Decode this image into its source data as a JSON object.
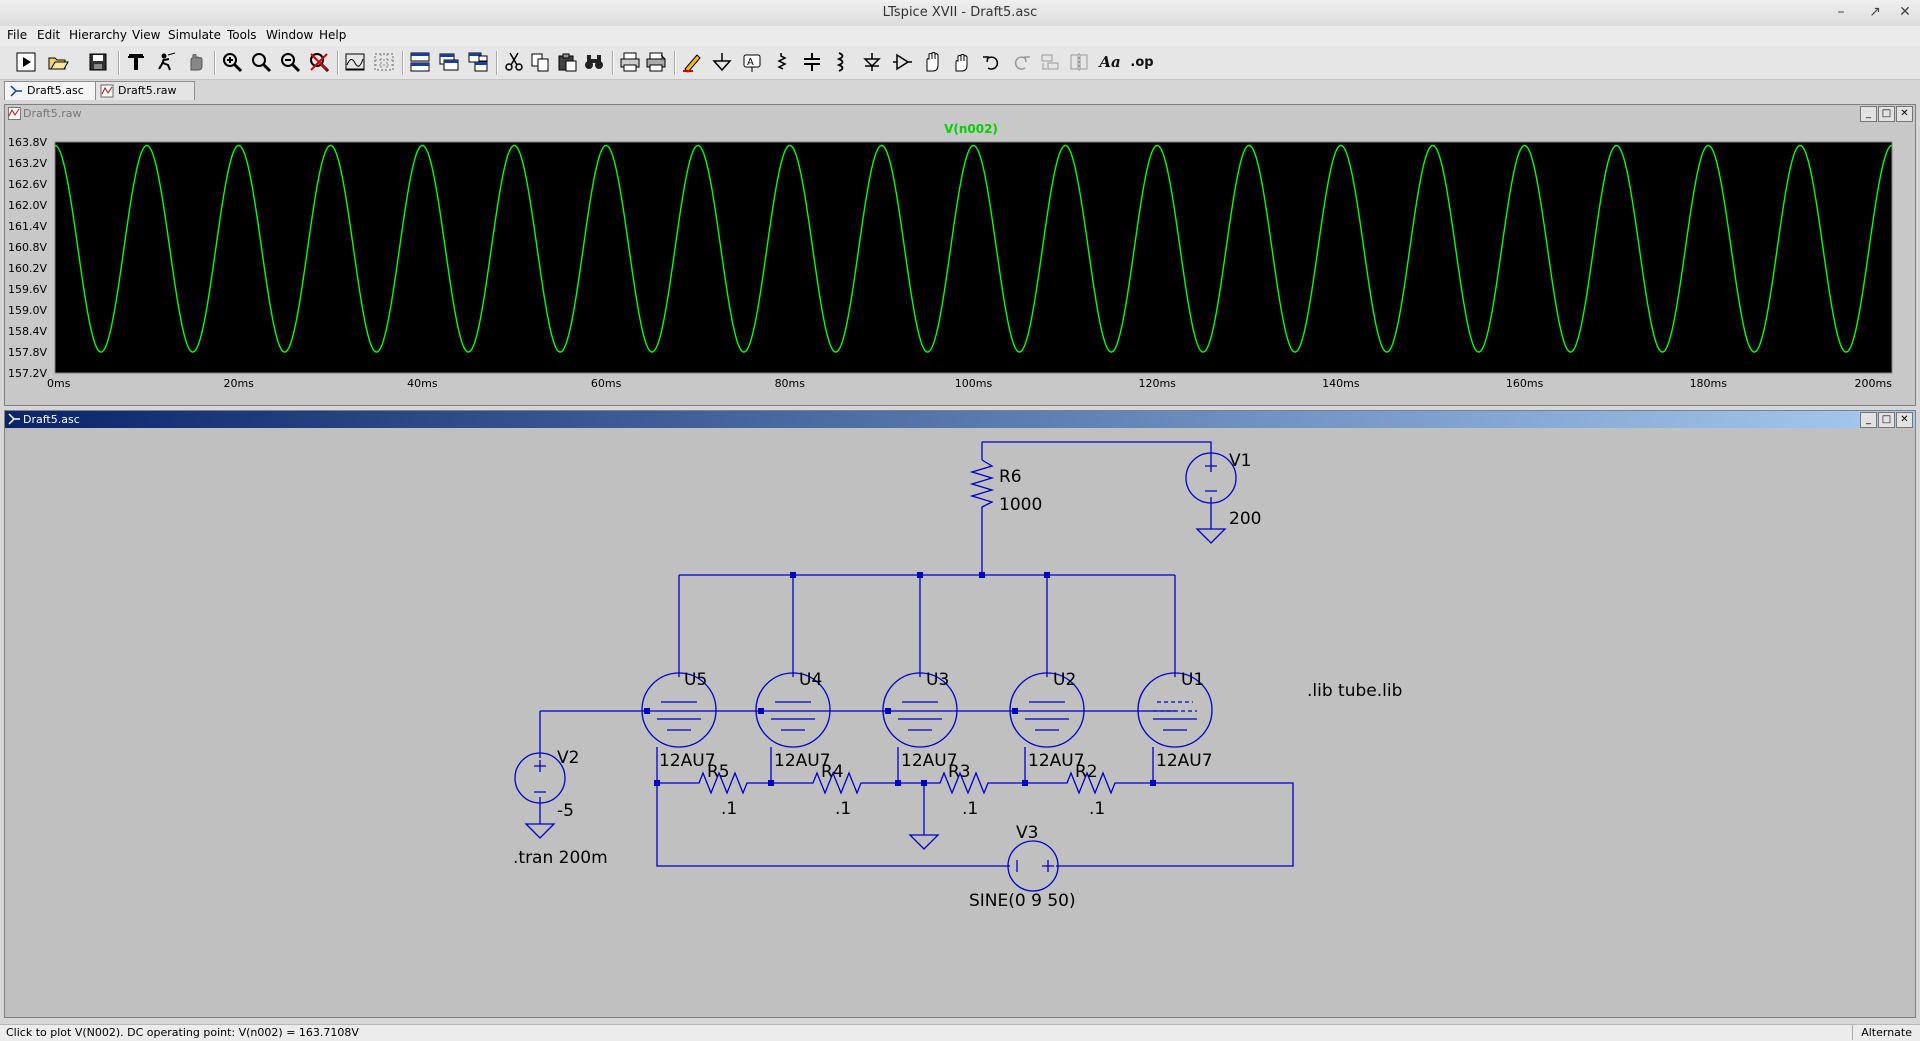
{
  "window": {
    "title": "LTspice XVII - Draft5.asc",
    "controls": [
      "–",
      "↗",
      "✕"
    ]
  },
  "menu": [
    "File",
    "Edit",
    "Hierarchy",
    "View",
    "Simulate",
    "Tools",
    "Window",
    "Help"
  ],
  "toolbar_icons": [
    "run-icon",
    "open-icon",
    "save-icon",
    "control-panel-icon",
    "halt-icon",
    "pan-icon",
    "zoom-in-icon",
    "zoom-fit-icon",
    "zoom-out-icon",
    "zoom-cancel-icon",
    "autorange-icon",
    "grid-icon",
    "tile-horizontal-icon",
    "tile-vertical-icon",
    "cascade-icon",
    "cut-icon",
    "copy-icon",
    "paste-icon",
    "find-icon",
    "print-icon",
    "print-setup-icon",
    "draw-wire-icon",
    "ground-icon",
    "label-net-icon",
    "resistor-icon",
    "capacitor-icon",
    "inductor-icon",
    "diode-icon",
    "component-icon",
    "move-icon",
    "drag-icon",
    "undo-icon",
    "redo-icon",
    "rotate-icon",
    "mirror-icon",
    "text-icon",
    "spice-directive-icon"
  ],
  "toolbar_text": {
    "text_label": "Aa",
    "directive_label": ".op"
  },
  "tabs": [
    {
      "label": "Draft5.asc",
      "active": true
    },
    {
      "label": "Draft5.raw",
      "active": false
    }
  ],
  "waveform_window": {
    "title": "Draft5.raw",
    "trace": "V(n002)",
    "trace_color": "#00ff00",
    "y_ticks": [
      "163.8V",
      "163.2V",
      "162.6V",
      "162.0V",
      "161.4V",
      "160.8V",
      "160.2V",
      "159.6V",
      "159.0V",
      "158.4V",
      "157.8V",
      "157.2V"
    ],
    "x_ticks": [
      "0ms",
      "20ms",
      "40ms",
      "60ms",
      "80ms",
      "100ms",
      "120ms",
      "140ms",
      "160ms",
      "180ms",
      "200ms"
    ]
  },
  "chart_data": {
    "type": "line",
    "series": [
      {
        "name": "V(n002)",
        "frequency_hz": 100,
        "center_v": 160.75,
        "amplitude_v": 2.95,
        "start_phase": "max"
      }
    ],
    "x_range_ms": [
      0,
      200
    ],
    "y_range_v": [
      157.2,
      163.8
    ],
    "xlabel": "",
    "ylabel": "",
    "grid": false
  },
  "schematic_window": {
    "title": "Draft5.asc",
    "wire_color": "#0000c8",
    "components": {
      "R6": {
        "ref": "R6",
        "value": "1000"
      },
      "V1": {
        "ref": "V1",
        "value": "200"
      },
      "V2": {
        "ref": "V2",
        "value": "-5"
      },
      "V3": {
        "ref": "V3",
        "value": "SINE(0 9 50)"
      },
      "R2": {
        "ref": "R2",
        "value": ".1"
      },
      "R3": {
        "ref": "R3",
        "value": ".1"
      },
      "R4": {
        "ref": "R4",
        "value": ".1"
      },
      "R5": {
        "ref": "R5",
        "value": ".1"
      },
      "U1": {
        "ref": "U1",
        "value": "12AU7"
      },
      "U2": {
        "ref": "U2",
        "value": "12AU7"
      },
      "U3": {
        "ref": "U3",
        "value": "12AU7"
      },
      "U4": {
        "ref": "U4",
        "value": "12AU7"
      },
      "U5": {
        "ref": "U5",
        "value": "12AU7"
      }
    },
    "directives": {
      "lib": ".lib tube.lib",
      "tran": ".tran 200m"
    }
  },
  "status": {
    "text": "Click to plot V(N002).  DC operating point: V(n002) = 163.7108V",
    "mode": "Alternate"
  }
}
